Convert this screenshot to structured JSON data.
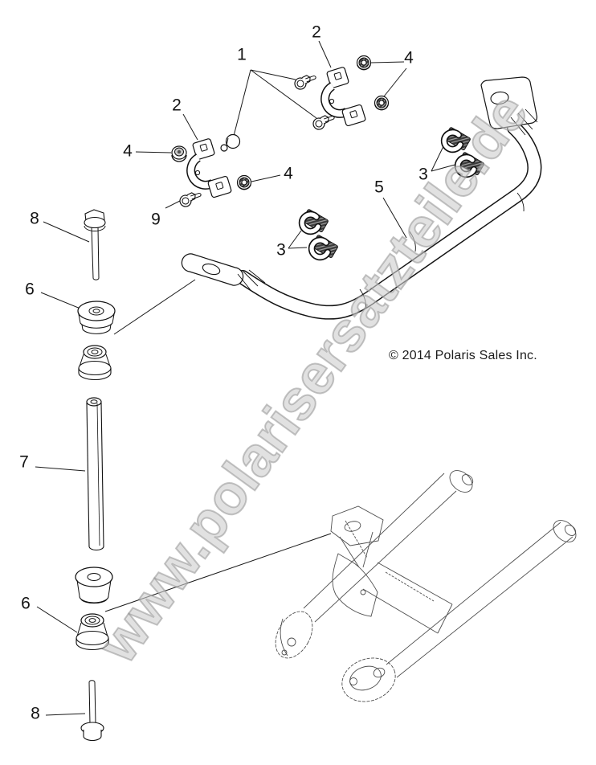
{
  "page": {
    "background": "#ffffff",
    "line_color": "#1a1a1a"
  },
  "watermark": {
    "text": "www.polarisersatzteile.de",
    "color": "#cdcdcd"
  },
  "copyright": {
    "text": "© 2014 Polaris Sales Inc."
  },
  "callouts": [
    {
      "id": "callout-1",
      "text": "1"
    },
    {
      "id": "callout-2-top",
      "text": "2"
    },
    {
      "id": "callout-2-left",
      "text": "2"
    },
    {
      "id": "callout-4-topright",
      "text": "4"
    },
    {
      "id": "callout-4-left",
      "text": "4"
    },
    {
      "id": "callout-4-mid",
      "text": "4"
    },
    {
      "id": "callout-9",
      "text": "9"
    },
    {
      "id": "callout-3-left",
      "text": "3"
    },
    {
      "id": "callout-3-right",
      "text": "3"
    },
    {
      "id": "callout-5",
      "text": "5"
    },
    {
      "id": "callout-8-top",
      "text": "8"
    },
    {
      "id": "callout-6-top",
      "text": "6"
    },
    {
      "id": "callout-7",
      "text": "7"
    },
    {
      "id": "callout-6-bottom",
      "text": "6"
    },
    {
      "id": "callout-8-bottom",
      "text": "8"
    }
  ]
}
